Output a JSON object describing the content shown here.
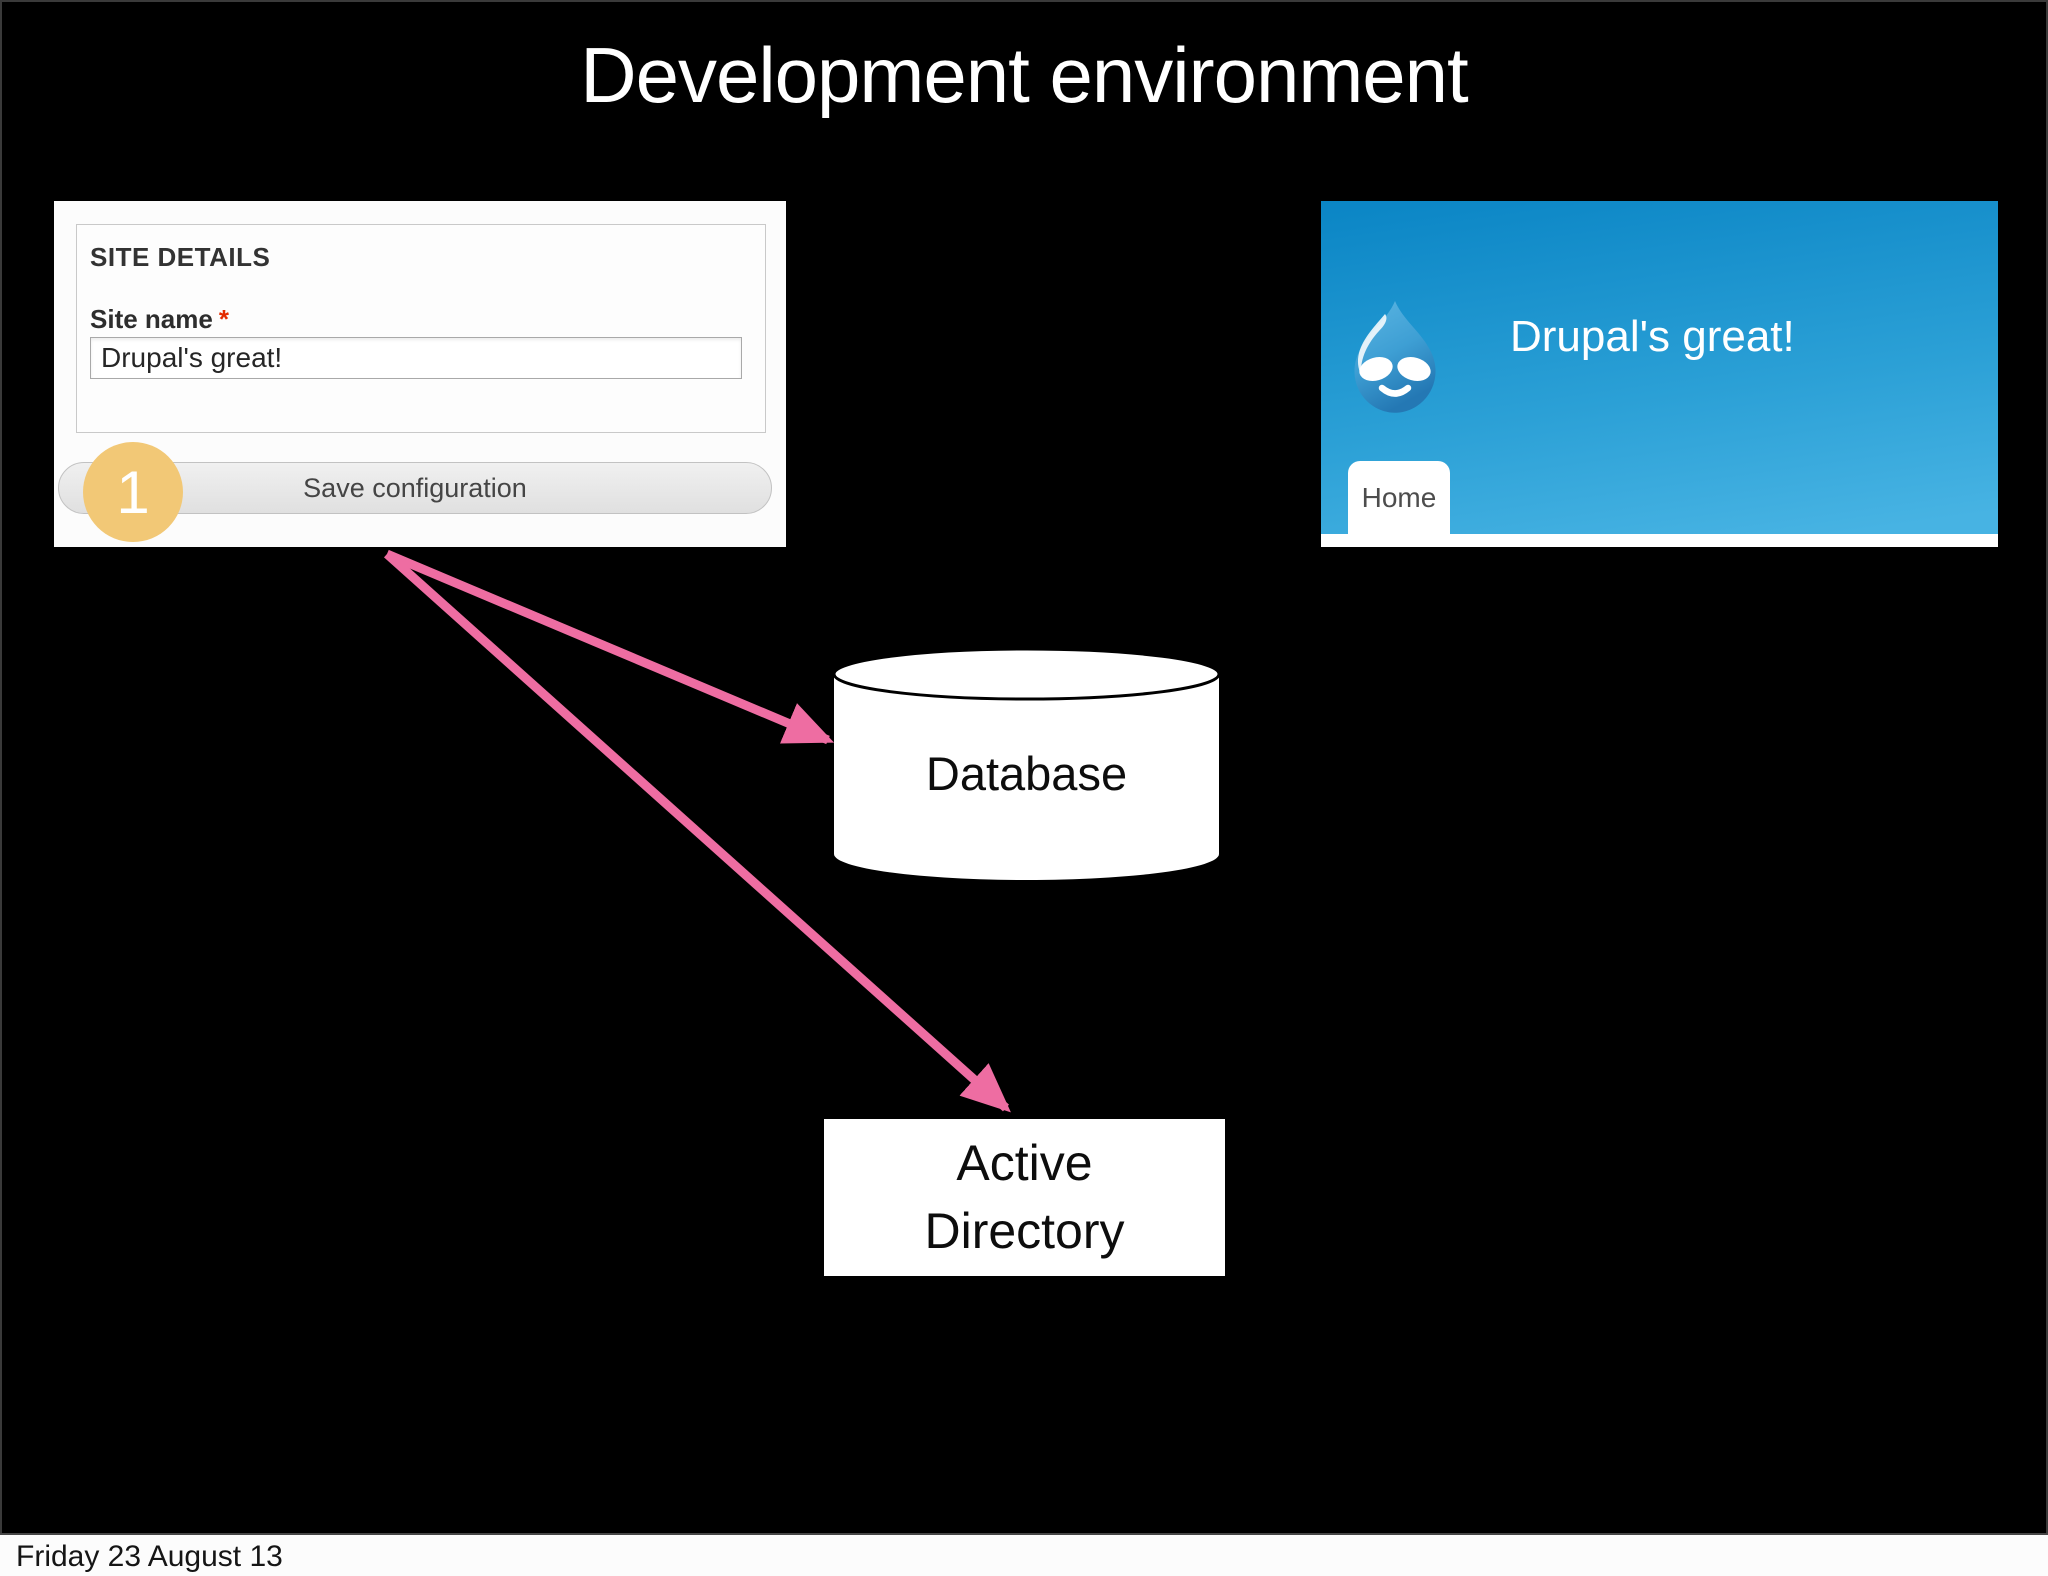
{
  "slide": {
    "title": "Development environment",
    "footer": "Friday 23 August 13"
  },
  "site_form": {
    "section_title": "SITE DETAILS",
    "site_name_label": "Site name",
    "required_marker": "*",
    "site_name_value": "Drupal's great!",
    "save_button": "Save configuration",
    "step_badge": "1"
  },
  "site_preview": {
    "site_title": "Drupal's great!",
    "home_tab": "Home"
  },
  "diagram": {
    "database_label": "Database",
    "active_directory_label": "Active\nDirectory"
  },
  "colors": {
    "arrow_pink": "#ee6da2",
    "badge_yellow": "#f2c876",
    "drupal_blue_top": "#0a85c5",
    "drupal_blue_bottom": "#47b3e3",
    "required_red": "#e32b00",
    "slide_background": "#000000"
  }
}
